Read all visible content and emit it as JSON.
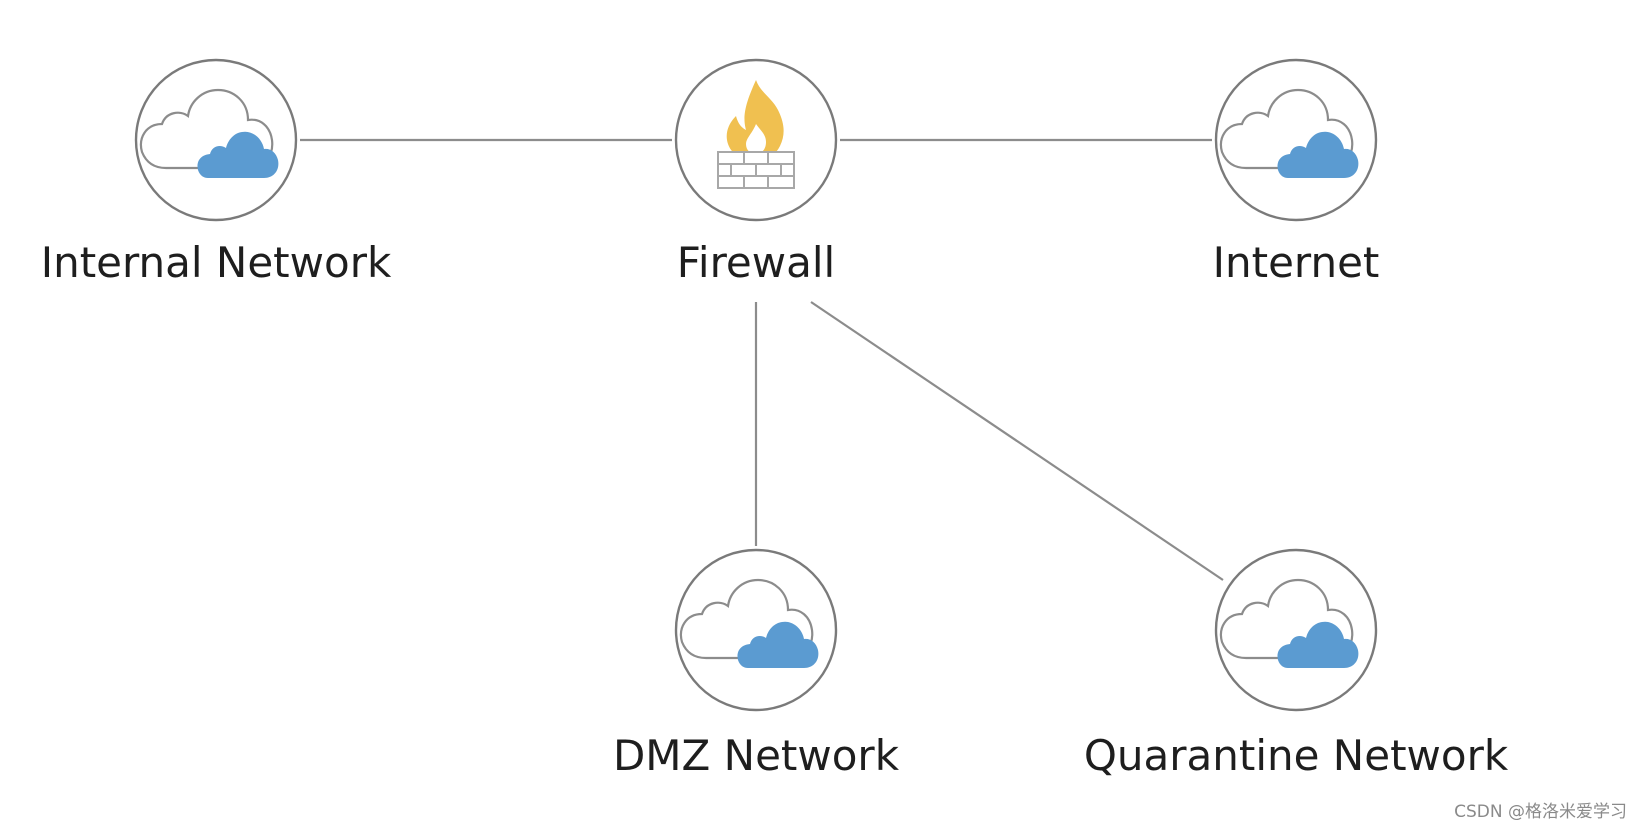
{
  "diagram": {
    "nodes": [
      {
        "id": "internal",
        "label": "Internal Network",
        "icon": "cloud-icon"
      },
      {
        "id": "firewall",
        "label": "Firewall",
        "icon": "firewall-icon"
      },
      {
        "id": "internet",
        "label": "Internet",
        "icon": "cloud-icon"
      },
      {
        "id": "dmz",
        "label": "DMZ Network",
        "icon": "cloud-icon"
      },
      {
        "id": "quarantine",
        "label": "Quarantine Network",
        "icon": "cloud-icon"
      }
    ],
    "edges": [
      {
        "from": "internal",
        "to": "firewall"
      },
      {
        "from": "firewall",
        "to": "internet"
      },
      {
        "from": "firewall",
        "to": "dmz"
      },
      {
        "from": "firewall",
        "to": "quarantine"
      }
    ]
  },
  "colors": {
    "line": "#8c8c8c",
    "circle": "#7a7a7a",
    "cloud_outline": "#8c8c8c",
    "cloud_fill": "#5b9bd1",
    "flame_outer": "#f0c050",
    "flame_inner": "#ffffff",
    "wall": "#a8a8a8"
  },
  "watermark": "CSDN @格洛米爱学习"
}
